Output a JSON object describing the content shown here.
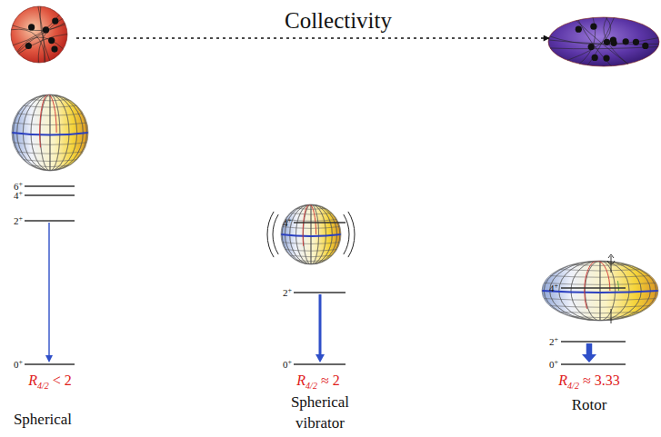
{
  "diagram": {
    "labels": [
      "Collectivity",
      "6+",
      "4+",
      "2+",
      "0+",
      "R4/2 < 2",
      "Spherical",
      "4+",
      "2+",
      "0+",
      "R4/2 ≈ 2",
      "Spherical vibrator",
      "4+",
      "2+",
      "0+",
      "R4/2 ≈ 3.33",
      "Rotor"
    ]
  }
}
